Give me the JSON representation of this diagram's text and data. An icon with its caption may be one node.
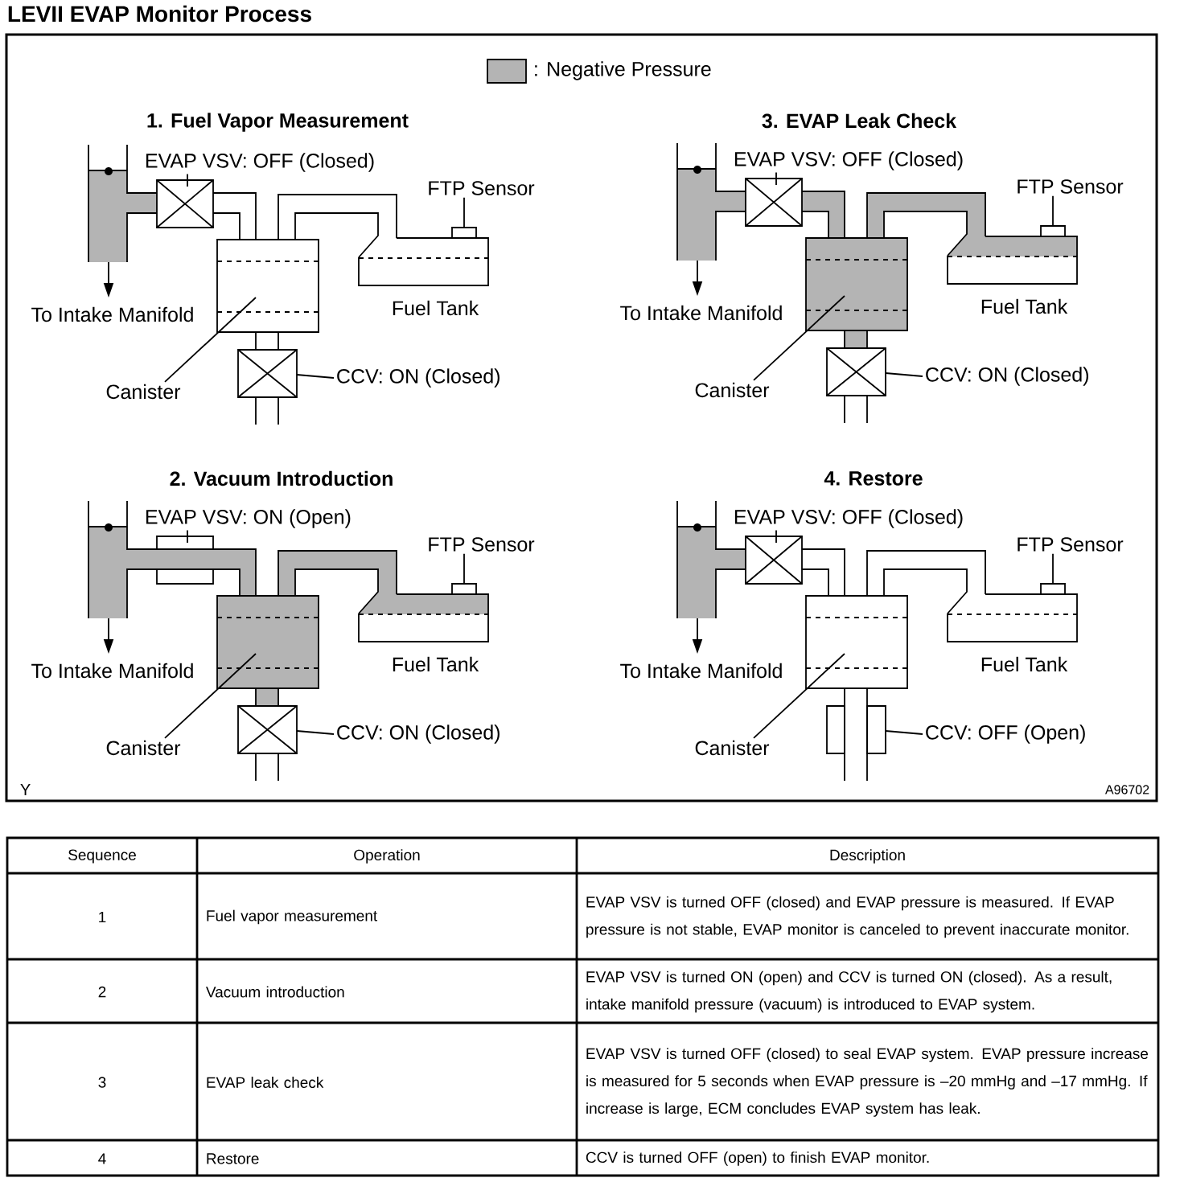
{
  "diagram": {
    "title": "LEVII EVAP Monitor Process",
    "nodes": [
      {
        "text": [
          "EVAP VSV: OFF (Closed)"
        ]
      },
      {
        "text": [
          "FTP Sensor"
        ]
      },
      {
        "text": [
          "Canister"
        ]
      },
      {
        "text": [
          "CCV: ON (Closed)"
        ]
      },
      {
        "text": [
          "EVAP VSV: OFF (Closed)"
        ]
      },
      {
        "text": [
          "FTP Sensor"
        ]
      },
      {
        "text": [
          "Canister"
        ]
      },
      {
        "text": [
          "CCV: ON (Closed)"
        ]
      },
      {
        "text": [
          "EVAP VSV: ON (Open)"
        ]
      },
      {
        "text": [
          "FTP Sensor"
        ]
      },
      {
        "text": [
          "Canister"
        ]
      },
      {
        "text": [
          "CCV: ON (Closed)"
        ]
      },
      {
        "text": [
          "EVAP VSV: OFF (Closed)"
        ]
      },
      {
        "text": [
          "FTP Sensor"
        ]
      },
      {
        "text": [
          "Canister"
        ]
      },
      {
        "text": [
          "CCV: OFF (Open)"
        ]
      },
      {
        "text": [],
        "shape": "box"
      },
      {
        "text": [],
        "shape": "box"
      },
      {
        "text": [],
        "shape": "box"
      },
      {
        "text": [],
        "shape": "box"
      }
    ],
    "edges": [
      {
        "from": 0,
        "to": null,
        "arrow": "none"
      },
      {
        "from": 1,
        "to": 16,
        "arrow": "none"
      },
      {
        "from": 2,
        "to": null,
        "arrow": "none"
      },
      {
        "from": 3,
        "to": null,
        "arrow": "none"
      },
      {
        "from": 4,
        "to": null,
        "arrow": "none"
      },
      {
        "from": 5,
        "to": 17,
        "arrow": "none"
      },
      {
        "from": 6,
        "to": null,
        "arrow": "none"
      },
      {
        "from": 7,
        "to": null,
        "arrow": "none"
      },
      {
        "from": 8,
        "to": null,
        "arrow": "none"
      },
      {
        "from": 9,
        "to": 18,
        "arrow": "none"
      },
      {
        "from": 10,
        "to": null,
        "arrow": "none"
      },
      {
        "from": 11,
        "to": null,
        "arrow": "none"
      },
      {
        "from": 12,
        "to": null,
        "arrow": "none"
      },
      {
        "from": 13,
        "to": 19,
        "arrow": "none"
      },
      {
        "from": 14,
        "to": null,
        "arrow": "none"
      },
      {
        "from": 15,
        "to": null,
        "arrow": "none"
      }
    ],
    "labels": [
      "1. Fuel Vapor Measurement",
      "To Intake Manifold",
      "Fuel Tank",
      "3. EVAP Leak Check",
      "To Intake Manifold",
      "Fuel Tank",
      "2. Vacuum Introduction",
      "To Intake Manifold",
      "Fuel Tank",
      "4. Restore",
      "To Intake Manifold",
      "Fuel Tank",
      "Y",
      "A96702",
      "Sequence",
      "Operation",
      "Description",
      "1",
      "Fuel vapor measurement",
      "EVAP VSV is turned OFF (closed) and EVAP pressure is measured. If EVAP pressure is not stable, EVAP monitor is canceled to prevent inaccurate monitor.",
      "2",
      "Vacuum introduction",
      "EVAP VSV is turned ON (open) and CCV is turned ON (closed). As a result, intake manifold pressure (vacuum) is introduced to EVAP system.",
      "3",
      "EVAP leak check",
      "EVAP VSV is turned OFF (closed) to seal EVAP system. EVAP pressure increase is measured for 5 seconds when EVAP pressure is –20 mmHg and –17 mmHg. If increase is large, ECM concludes EVAP system has leak.",
      "4",
      "Restore",
      "CCV is turned OFF (open) to finish EVAP monitor."
    ],
    "legend": [
      {
        "text": ": Negative Pressure",
        "color": "#b4b4b4"
      }
    ]
  }
}
